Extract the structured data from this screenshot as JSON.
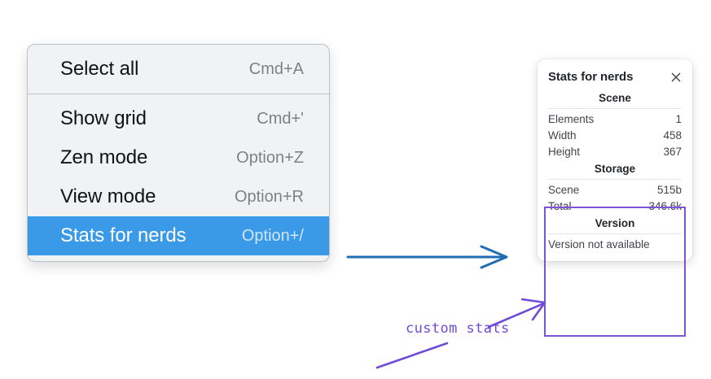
{
  "context_menu": {
    "groups": [
      {
        "items": [
          {
            "label": "Select all",
            "shortcut": "Cmd+A",
            "selected": false
          }
        ]
      },
      {
        "items": [
          {
            "label": "Show grid",
            "shortcut": "Cmd+'",
            "selected": false
          },
          {
            "label": "Zen mode",
            "shortcut": "Option+Z",
            "selected": false
          },
          {
            "label": "View mode",
            "shortcut": "Option+R",
            "selected": false
          },
          {
            "label": "Stats for nerds",
            "shortcut": "Option+/",
            "selected": true
          }
        ]
      }
    ]
  },
  "stats_panel": {
    "title": "Stats for nerds",
    "close_icon": "close-icon",
    "scene": {
      "heading": "Scene",
      "rows": [
        {
          "label": "Elements",
          "value": "1"
        },
        {
          "label": "Width",
          "value": "458"
        },
        {
          "label": "Height",
          "value": "367"
        }
      ]
    },
    "storage": {
      "heading": "Storage",
      "rows": [
        {
          "label": "Scene",
          "value": "515b"
        },
        {
          "label": "Total",
          "value": "346.6k"
        }
      ]
    },
    "version": {
      "heading": "Version",
      "text": "Version not available"
    }
  },
  "annotations": {
    "custom_stats_label": "custom stats"
  },
  "colors": {
    "menu_highlight": "#3b9ae8",
    "menu_background": "#f1f2f4",
    "annotation_purple": "#6f4bd8",
    "highlight_box_purple": "#7c52d6",
    "arrow_blue": "#1f6db4"
  }
}
